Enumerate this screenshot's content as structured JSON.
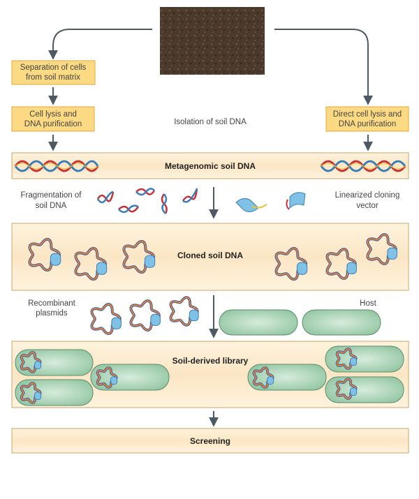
{
  "steps": {
    "separation": [
      "Separation of cells",
      "from soil matrix"
    ],
    "lysis": [
      "Cell lysis and",
      "DNA purification"
    ],
    "direct_lysis": [
      "Direct cell lysis and",
      "DNA purification"
    ],
    "isolation": "Isolation of soil DNA"
  },
  "bands": {
    "metagenomic": "Metagenomic soil DNA",
    "cloned": "Cloned soil DNA",
    "library": "Soil-derived library",
    "screening": "Screening"
  },
  "side_labels": {
    "fragmentation": [
      "Fragmentation of",
      "soil DNA"
    ],
    "vector": [
      "Linearized cloning",
      "vector"
    ],
    "recombinant": [
      "Recombinant",
      "plasmids"
    ],
    "host": "Host"
  },
  "colors": {
    "box_fill": "#fcd983",
    "box_stroke": "#e5a93a",
    "band_fill": "#fbe8c8",
    "band_stroke": "#c9a46c",
    "arrow": "#4d5a63",
    "cell_fill": "#a7d2b4",
    "cell_stroke": "#5b8c6a",
    "vector_blue": "#7fc2e6",
    "dna_red": "#c8303a",
    "dna_blue": "#3c7fb8",
    "dna_yellow": "#e3c53b",
    "soil": "#4b3a2b"
  }
}
